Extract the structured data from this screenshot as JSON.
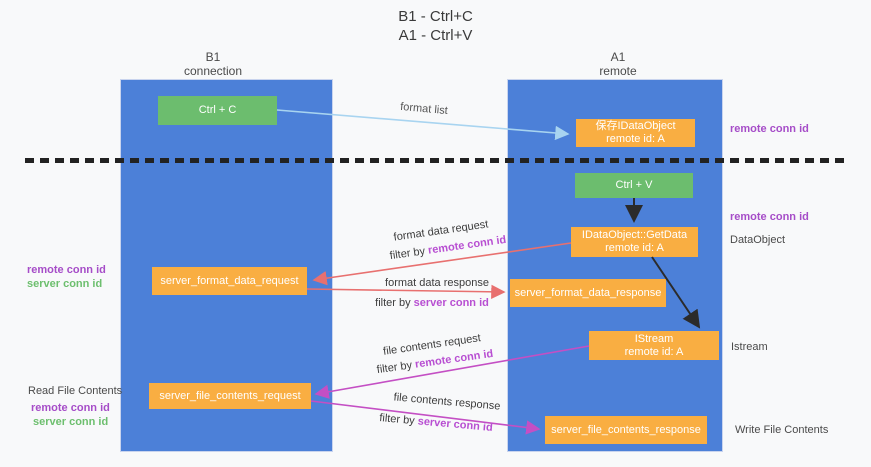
{
  "title": {
    "line1": "B1 - Ctrl+C",
    "line2": "A1 - Ctrl+V"
  },
  "columns": {
    "left": {
      "name": "B1",
      "role": "connection"
    },
    "right": {
      "name": "A1",
      "role": "remote"
    }
  },
  "boxes": {
    "ctrl_c": {
      "label": "Ctrl + C"
    },
    "save_dataobject": {
      "line1": "保存IDataObject",
      "line2": "remote id: A"
    },
    "ctrl_v": {
      "label": "Ctrl + V"
    },
    "getdata": {
      "line1": "IDataObject::GetData",
      "line2": "remote id: A"
    },
    "format_request": {
      "label": "server_format_data_request"
    },
    "format_response": {
      "label": "server_format_data_response"
    },
    "istream": {
      "line1": "IStream",
      "line2": "remote id: A"
    },
    "file_request": {
      "label": "server_file_contents_request"
    },
    "file_response": {
      "label": "server_file_contents_response"
    }
  },
  "edges": {
    "format_list": {
      "label": "format list"
    },
    "format_data_request": {
      "label": "format data request",
      "filter_prefix": "filter by",
      "filter_key": "remote conn id"
    },
    "format_data_response": {
      "label": "format data response",
      "filter_prefix": "filter by",
      "filter_key": "server conn id"
    },
    "file_contents_request": {
      "label": "file contents request",
      "filter_prefix": "filter by",
      "filter_key": "remote conn id"
    },
    "file_contents_response": {
      "label": "file contents response",
      "filter_prefix": "filter by",
      "filter_key": "server conn id"
    }
  },
  "side_labels": {
    "right": {
      "remote_conn_id_top": "remote conn id",
      "remote_conn_id_mid": "remote conn id",
      "dataobject": "DataObject",
      "istream": "Istream",
      "write_file_contents": "Write File Contents"
    },
    "left": {
      "remote_conn_id": "remote conn id",
      "server_conn_id": "server conn id",
      "read_file_contents": "Read File Contents",
      "remote_conn_id_2": "remote conn id",
      "server_conn_id_2": "server conn id"
    }
  },
  "colors": {
    "column_blue": "#4c80d8",
    "box_green": "#6cbd6e",
    "box_orange": "#f9ae42",
    "label_purple": "#a64dc8",
    "label_green": "#6dbf6e",
    "filter_purple": "#b84fd2",
    "arrow_light_blue": "#a8d4f0",
    "arrow_red": "#e8706f",
    "arrow_magenta": "#c44fc4",
    "arrow_black": "#2b2b2b"
  }
}
